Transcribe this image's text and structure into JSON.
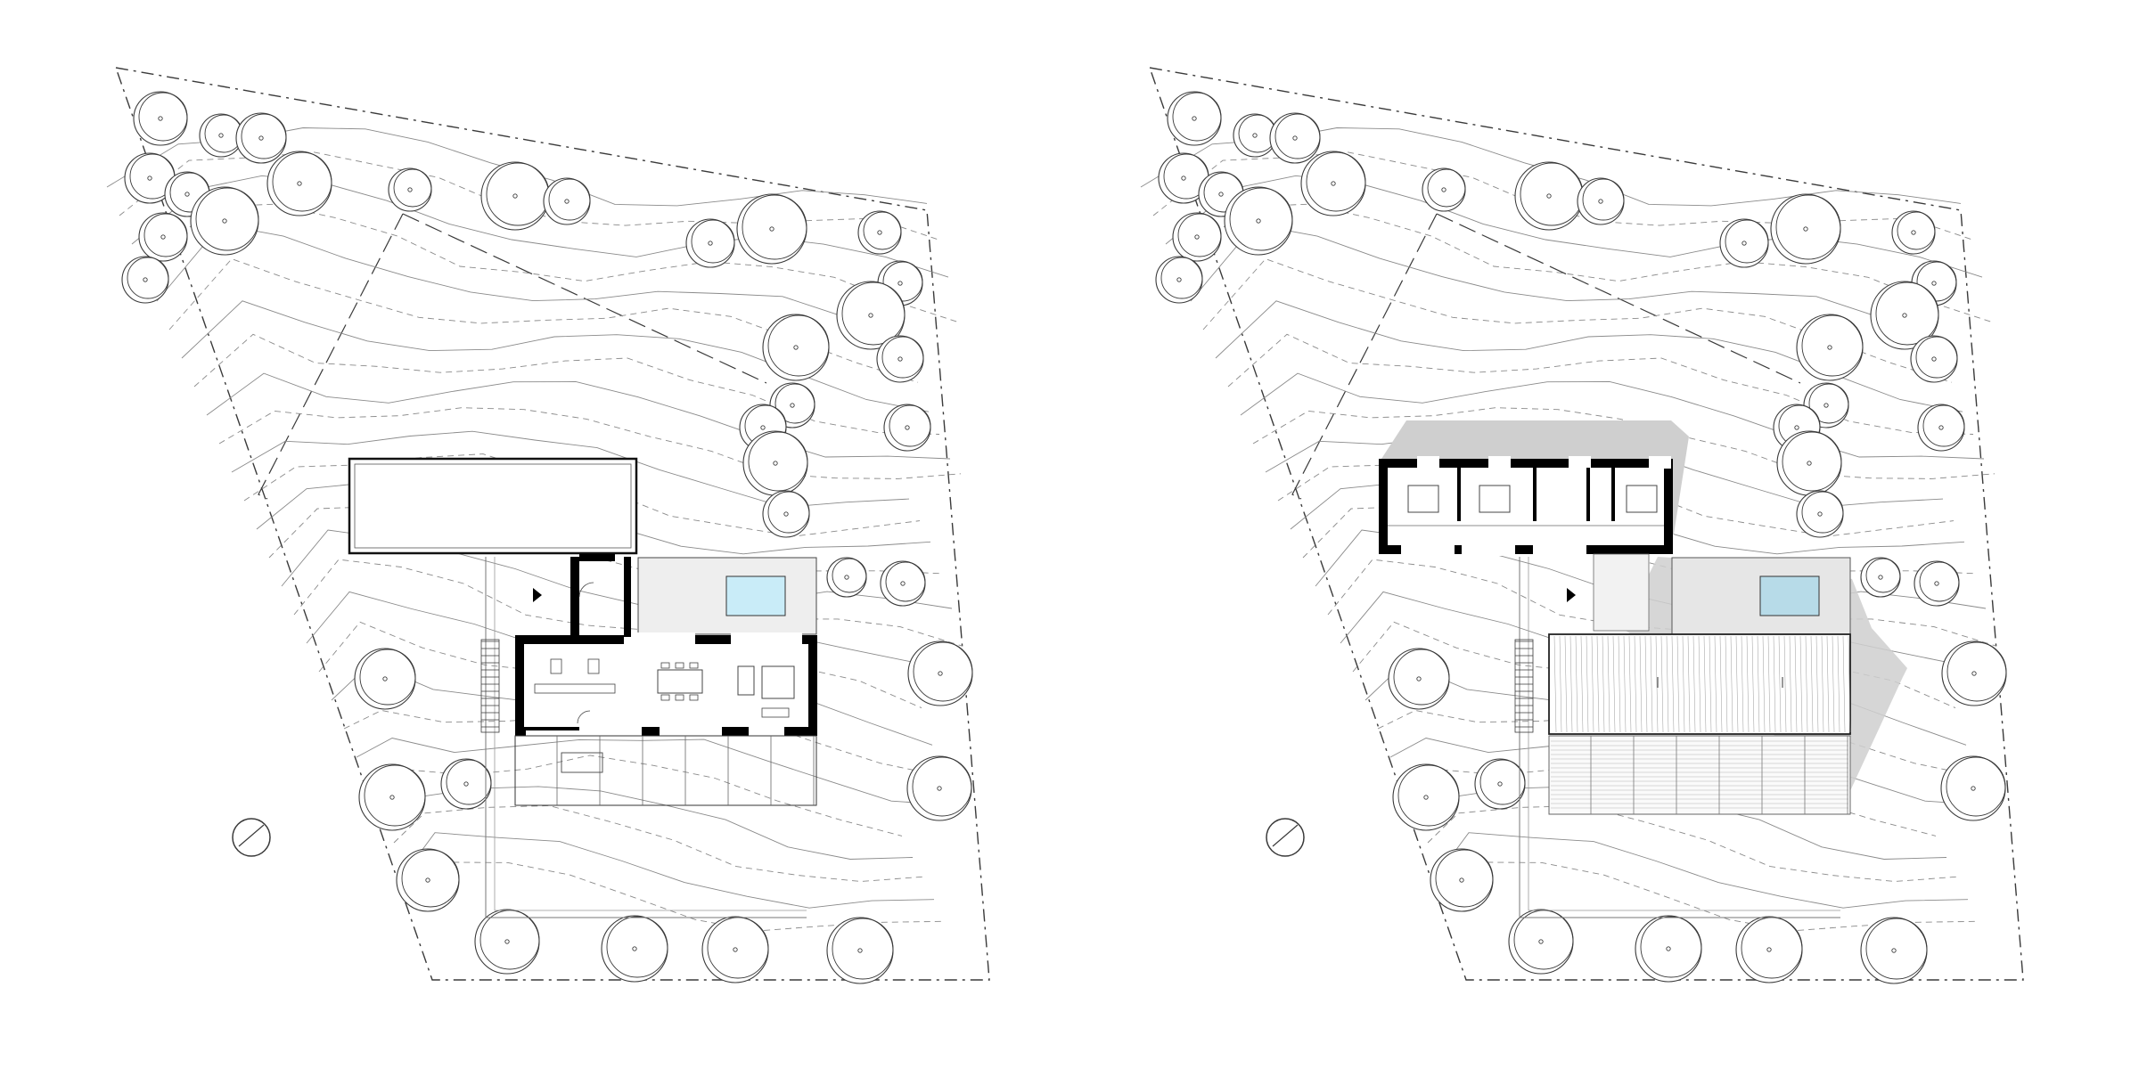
{
  "drawing": {
    "plans": [
      {
        "id": "ground-floor-site-plan",
        "view": "ground"
      },
      {
        "id": "upper-floor-roof-site-plan",
        "view": "upper"
      }
    ],
    "colors": {
      "line": "#3a3a3a",
      "wall": "#000000",
      "pool": "#c9ecf8",
      "terrace": "#eeeeee",
      "shadow": "#cfcfcf",
      "background": "#ffffff"
    }
  }
}
